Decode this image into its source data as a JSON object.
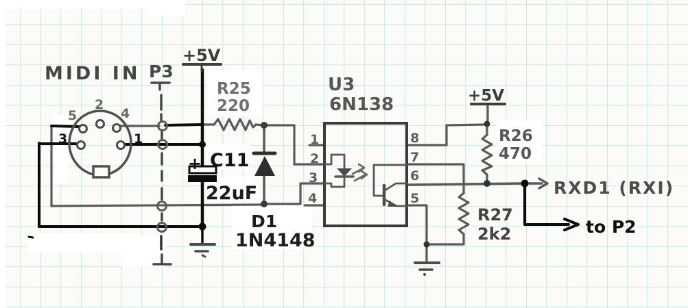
{
  "image": {
    "description": "Hand-drawn MIDI IN optocoupler input schematic on green graph paper"
  },
  "labels": {
    "midi_in": "MIDI IN",
    "p3": "P3",
    "vcc_left": "+5V",
    "vcc_right": "+5V",
    "r25_ref": "R25",
    "r25_val": "220",
    "c11_plus": "+",
    "c11_ref": "C11",
    "c11_val": "22uF",
    "d1_ref": "D1",
    "d1_val": "1N4148",
    "u3_ref": "U3",
    "u3_val": "6N138",
    "r26_ref": "R26",
    "r26_val": "470",
    "r27_ref": "R27",
    "r27_val": "2k2",
    "out_rxd": "RXD1 (RXI)",
    "out_p2": "to P2"
  },
  "din": {
    "pins": {
      "p5": "5",
      "p2": "2",
      "p4": "4",
      "p3": "3",
      "p1": "1"
    }
  },
  "ic": {
    "pins_left": [
      "1",
      "2",
      "3",
      "4"
    ],
    "pins_right": [
      "8",
      "7",
      "6",
      "5"
    ]
  },
  "colors": {
    "paper": "#fbfcfa",
    "grid": "#b9d8d2",
    "pencil": "#5a5a5a",
    "pencil_dark": "#3a3a3a",
    "ink": "#0c0c0c"
  }
}
